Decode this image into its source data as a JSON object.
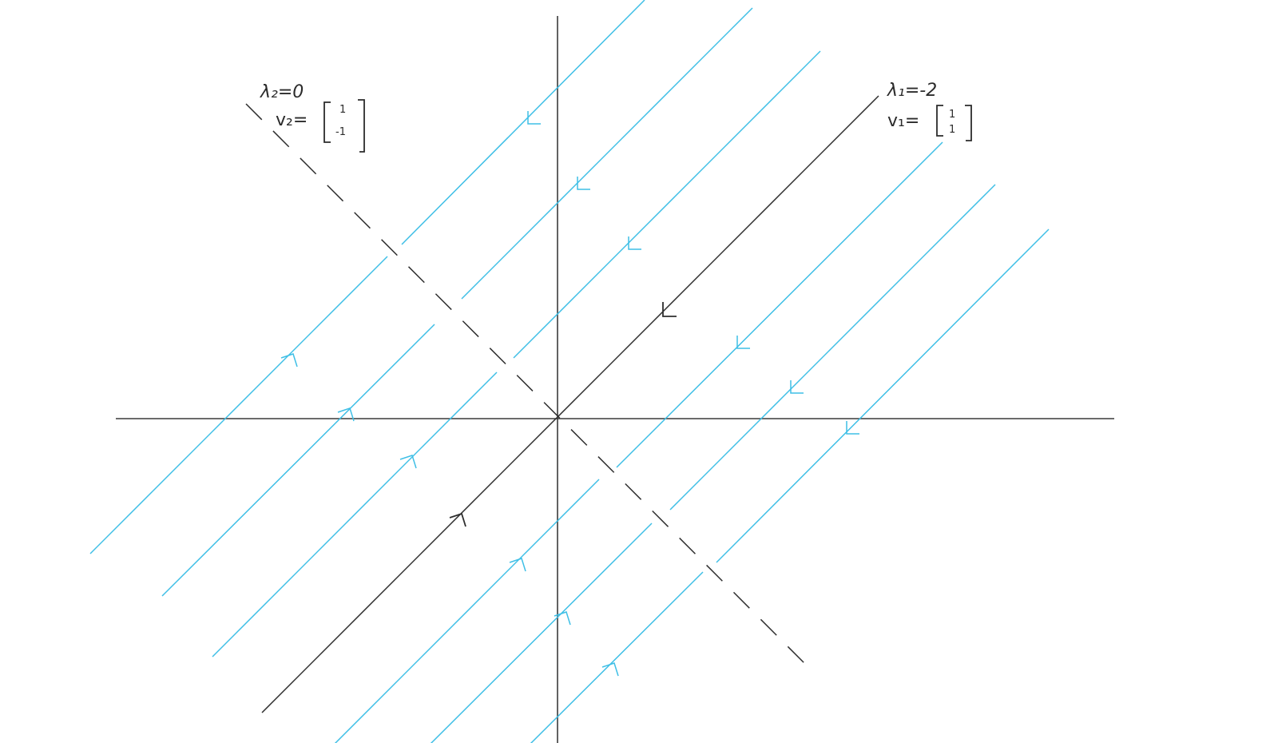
{
  "colors": {
    "axis": "#3a3a3a",
    "eigenline": "#2e2e2e",
    "dashed": "#2e2e2e",
    "trajectory": "#3fbfe6",
    "ink": "#2b2b2b",
    "background": "#ffffff"
  },
  "labels": {
    "lambda1": "λ₁=-2",
    "v1_prefix": "v₁=",
    "v1_top": "1",
    "v1_bottom": "1",
    "lambda2": "λ₂=0",
    "v2_prefix": "v₂=",
    "v2_top": "1",
    "v2_bottom": "-1"
  },
  "eigen": [
    {
      "lambda": "-2",
      "vector": [
        "1",
        "1"
      ],
      "line": "solid",
      "flow": "toward-origin"
    },
    {
      "lambda": "0",
      "vector": [
        "1",
        "-1"
      ],
      "line": "dashed",
      "flow": "none"
    }
  ]
}
